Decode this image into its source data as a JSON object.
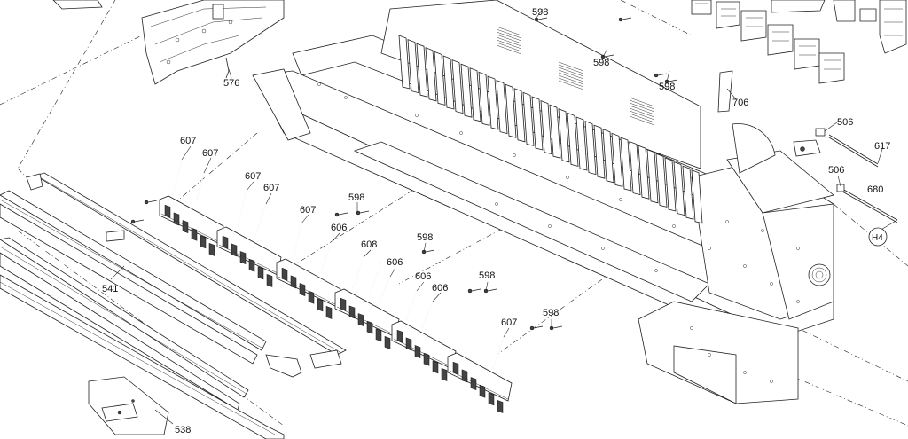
{
  "callouts": [
    {
      "id": "c576",
      "text": "576"
    },
    {
      "id": "c598a",
      "text": "598"
    },
    {
      "id": "c598b",
      "text": "598"
    },
    {
      "id": "c598c",
      "text": "598"
    },
    {
      "id": "c706",
      "text": "706"
    },
    {
      "id": "c506a",
      "text": "506"
    },
    {
      "id": "c617",
      "text": "617"
    },
    {
      "id": "c506b",
      "text": "506"
    },
    {
      "id": "c680",
      "text": "680"
    },
    {
      "id": "cH4",
      "text": "H4"
    },
    {
      "id": "c607a",
      "text": "607"
    },
    {
      "id": "c607b",
      "text": "607"
    },
    {
      "id": "c607c",
      "text": "607"
    },
    {
      "id": "c607d",
      "text": "607"
    },
    {
      "id": "c607e",
      "text": "607"
    },
    {
      "id": "c598d",
      "text": "598"
    },
    {
      "id": "c606a",
      "text": "606"
    },
    {
      "id": "c608",
      "text": "608"
    },
    {
      "id": "c598e",
      "text": "598"
    },
    {
      "id": "c606b",
      "text": "606"
    },
    {
      "id": "c606c",
      "text": "606"
    },
    {
      "id": "c606d",
      "text": "606"
    },
    {
      "id": "c598f",
      "text": "598"
    },
    {
      "id": "c598g",
      "text": "598"
    },
    {
      "id": "c607f",
      "text": "607"
    },
    {
      "id": "c541",
      "text": "541"
    },
    {
      "id": "c538",
      "text": "538"
    }
  ]
}
